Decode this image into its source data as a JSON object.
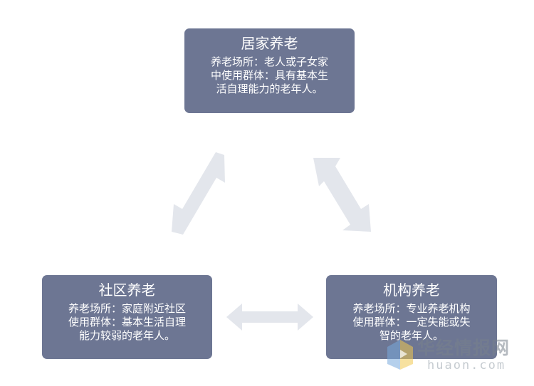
{
  "nodes": {
    "home": {
      "title": "居家养老",
      "lines": [
        "养老场所：老人或子女家",
        "中使用群体：具有基本生",
        "活自理能力的老年人。"
      ]
    },
    "community": {
      "title": "社区养老",
      "lines": [
        "养老场所：家庭附近社区",
        "使用群体：基本生活自理",
        "能力较弱的老年人。"
      ]
    },
    "institution": {
      "title": "机构养老",
      "lines": [
        "养老场所：专业养老机构",
        "使用群体：一定失能或失",
        "智的老年人。"
      ]
    }
  },
  "colors": {
    "box": "#6d7693",
    "box_text": "#ffffff",
    "arrow": "#e3e6ec"
  },
  "watermark": {
    "name": "华经情报网",
    "url": "huaon.com"
  }
}
